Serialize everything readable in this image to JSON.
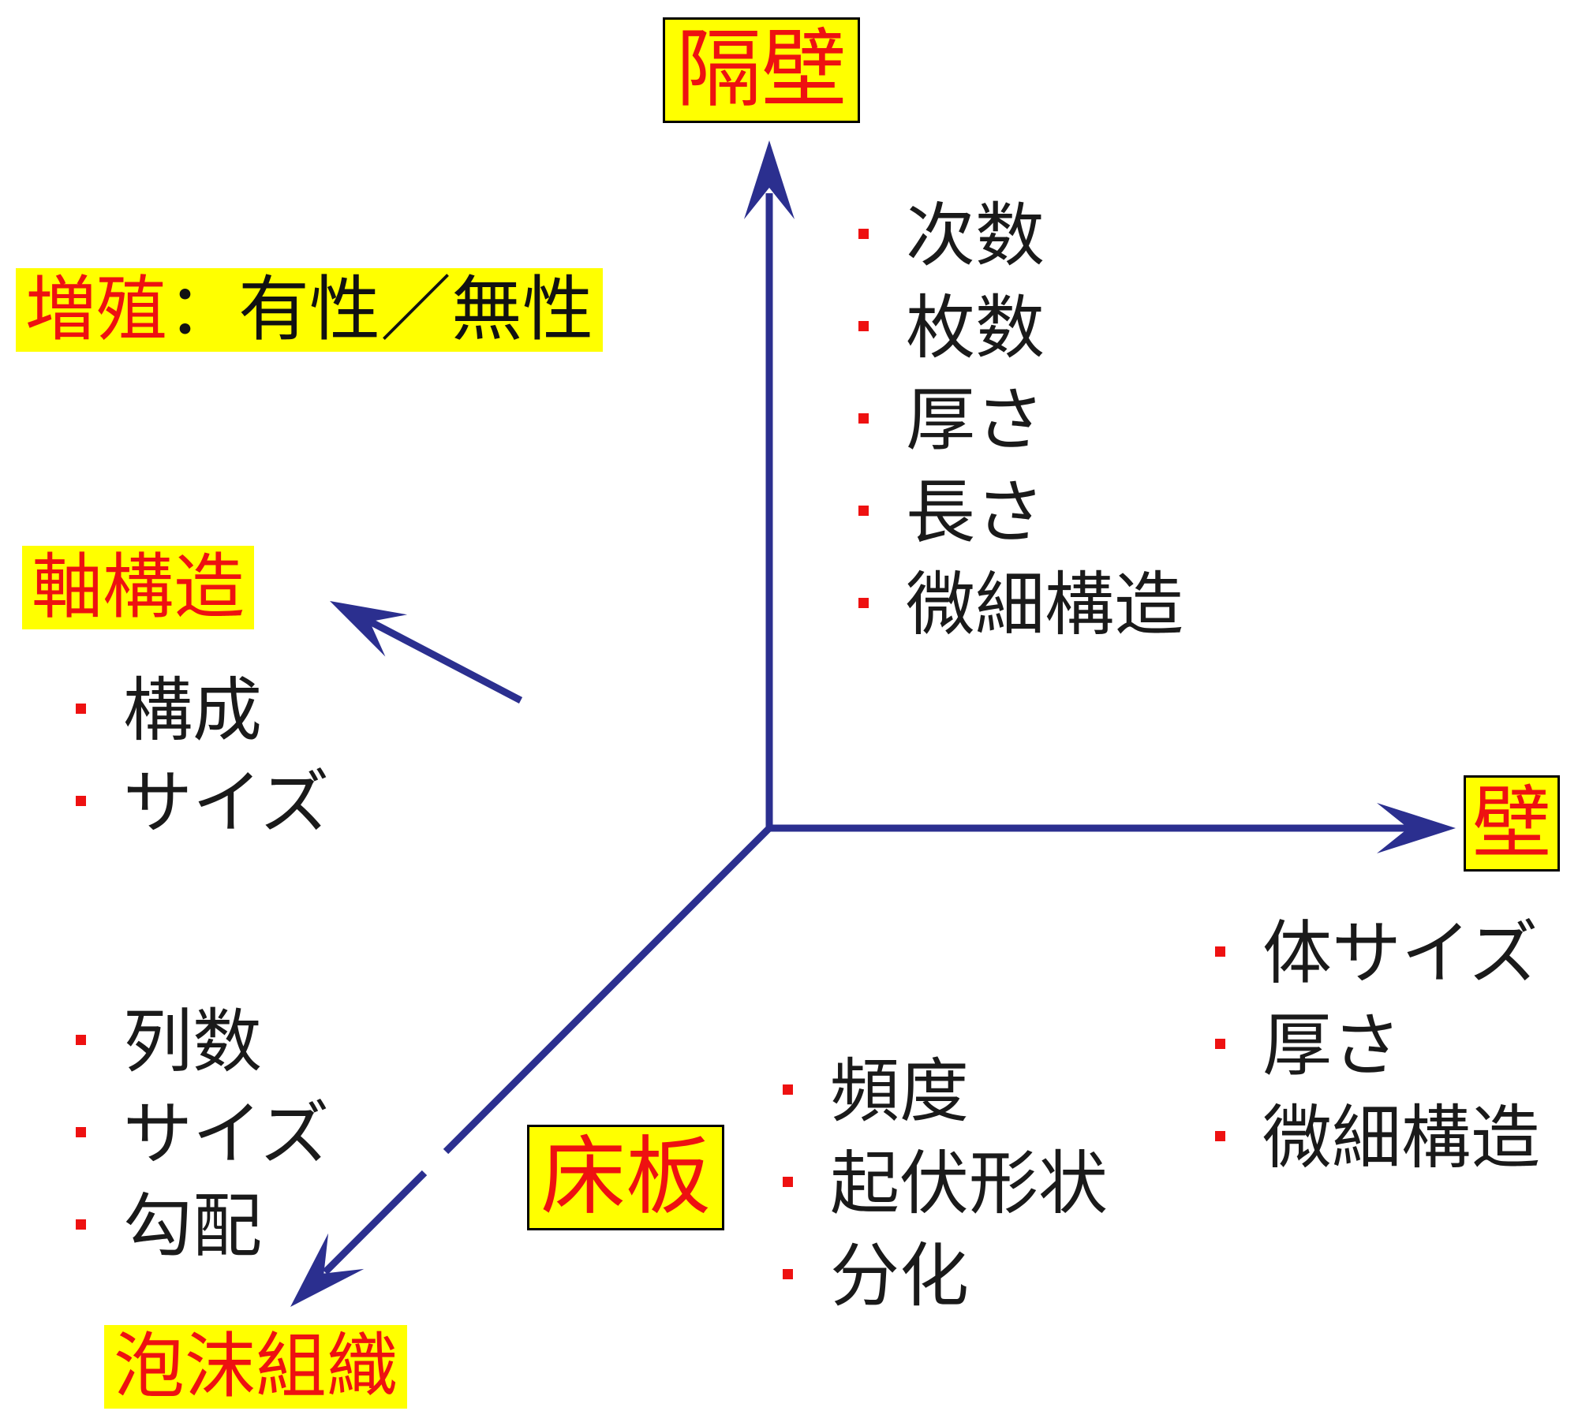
{
  "colors": {
    "arrow": "#2b2f8f",
    "label_bg": "#ffff00",
    "label_text": "#ee1111",
    "bullet": "#ee1111",
    "text": "#1a1a1a"
  },
  "labels": {
    "septum": "隔壁",
    "wall": "壁",
    "floor_plate": "床板",
    "foam_tissue": "泡沫組織",
    "axial_structure": "軸構造",
    "reproduction": {
      "head": "増殖",
      "sep": "：",
      "rest": "有性／無性"
    }
  },
  "lists": {
    "septum": [
      "次数",
      "枚数",
      "厚さ",
      "長さ",
      "微細構造"
    ],
    "wall": [
      "体サイズ",
      "厚さ",
      "微細構造"
    ],
    "floor_plate": [
      "頻度",
      "起伏形状",
      "分化"
    ],
    "foam_tissue": [
      "列数",
      "サイズ",
      "勾配"
    ],
    "axial_structure": [
      "構成",
      "サイズ"
    ]
  }
}
